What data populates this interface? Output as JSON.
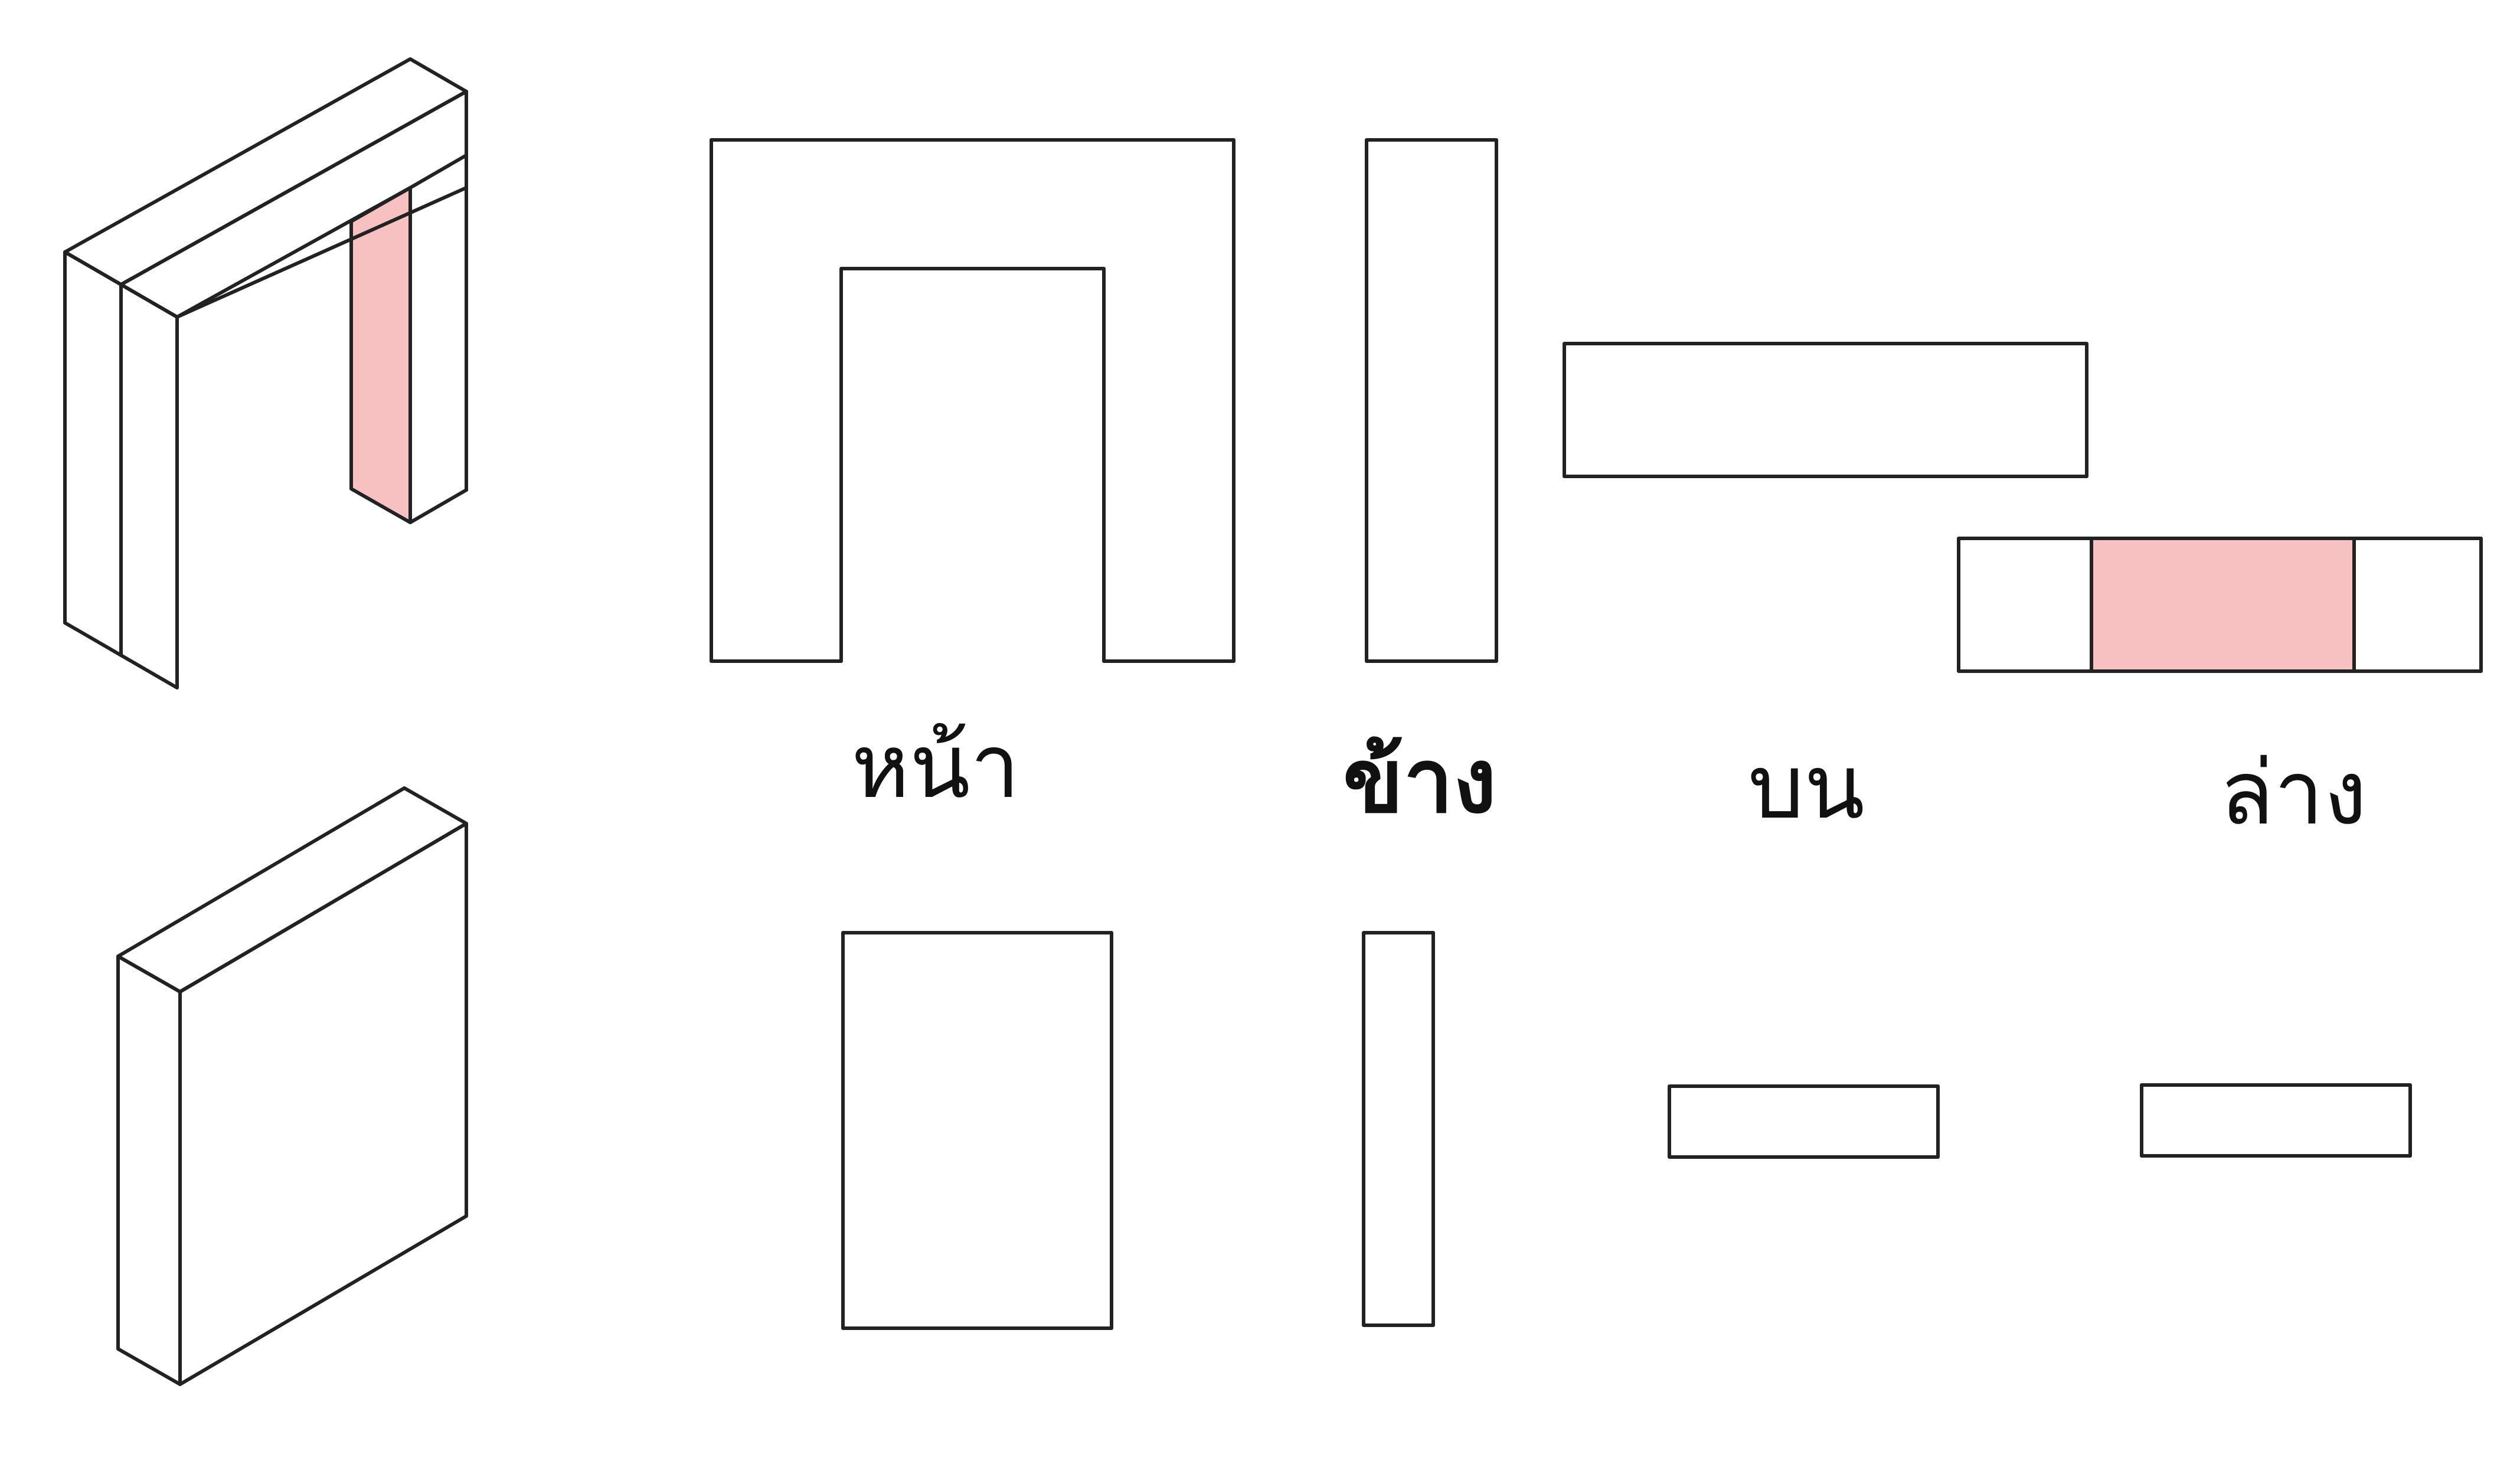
{
  "colors": {
    "ink": "#222222",
    "highlight": "#f8c1c1",
    "background": "#ffffff"
  },
  "labels": {
    "front": "หน้า",
    "side": "ข้าง",
    "top": "บน",
    "bottom": "ล่าง"
  }
}
